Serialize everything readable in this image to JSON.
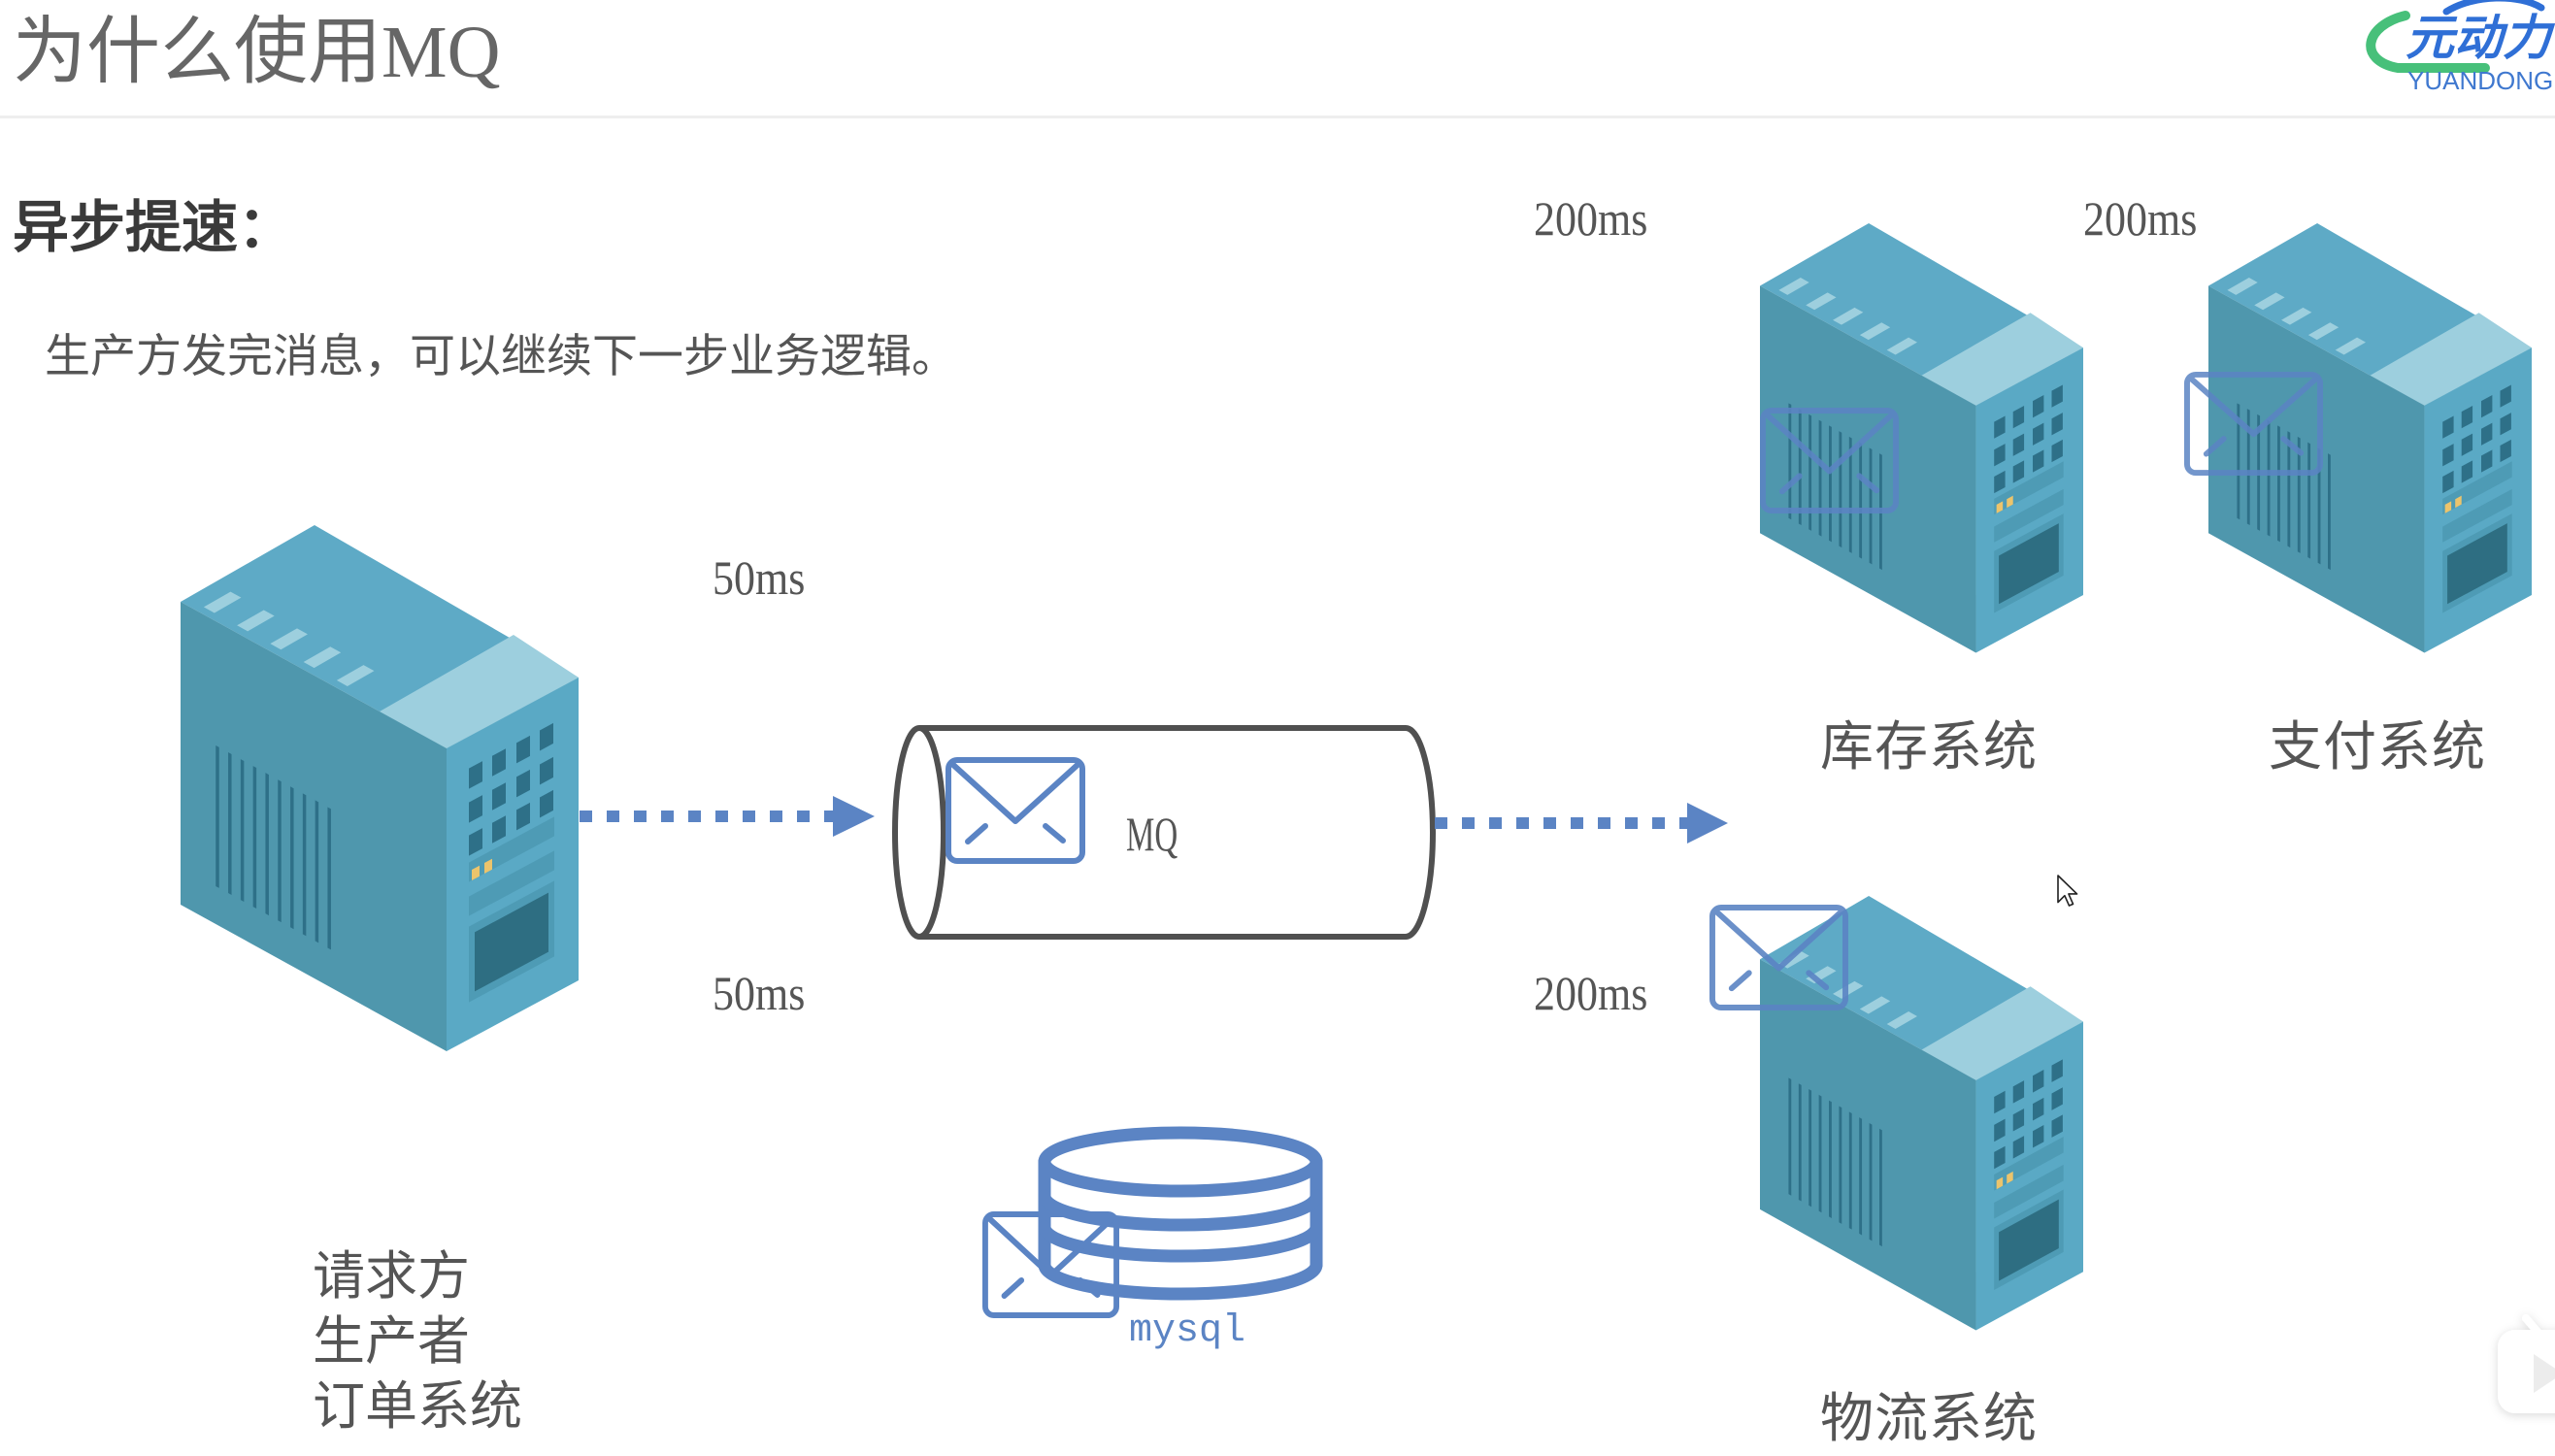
{
  "slide": {
    "title": "为什么使用MQ",
    "section_heading": "异步提速：",
    "description": "生产方发完消息，可以继续下一步业务逻辑。"
  },
  "logo": {
    "brand_cn": "元动力",
    "brand_en": "YUANDONGLI"
  },
  "diagram": {
    "producer": {
      "icon": "server-icon",
      "labels": [
        "请求方",
        "生产者",
        "订单系统"
      ]
    },
    "latency_labels": {
      "producer_to_mq": "50ms",
      "producer_to_db": "50ms",
      "mq_to_logistics": "200ms",
      "inventory": "200ms",
      "payment": "200ms"
    },
    "queue": {
      "icon": "message-queue-cylinder-icon",
      "label": "MQ"
    },
    "database": {
      "icon": "database-icon",
      "label": "mysql"
    },
    "consumers": [
      {
        "id": "inventory",
        "label": "库存系统",
        "icon": "server-icon"
      },
      {
        "id": "payment",
        "label": "支付系统",
        "icon": "server-icon"
      },
      {
        "id": "logistics",
        "label": "物流系统",
        "icon": "server-icon"
      }
    ],
    "message_icon": "envelope-icon",
    "arrows": [
      {
        "from": "producer",
        "to": "queue",
        "style": "dotted"
      },
      {
        "from": "queue",
        "to": "consumers",
        "style": "dotted"
      }
    ]
  },
  "colors": {
    "accent": "#5b84c4",
    "text": "#555555",
    "title": "#666666",
    "server_top": "#5eaac6",
    "server_left": "#4f97ad",
    "server_right": "#5aa9c5",
    "server_highlight": "#9dcfde",
    "server_dark": "#2e7088",
    "pipe_stroke": "#505050",
    "logo_blue": "#2f6fd6",
    "logo_green": "#47c07a"
  }
}
